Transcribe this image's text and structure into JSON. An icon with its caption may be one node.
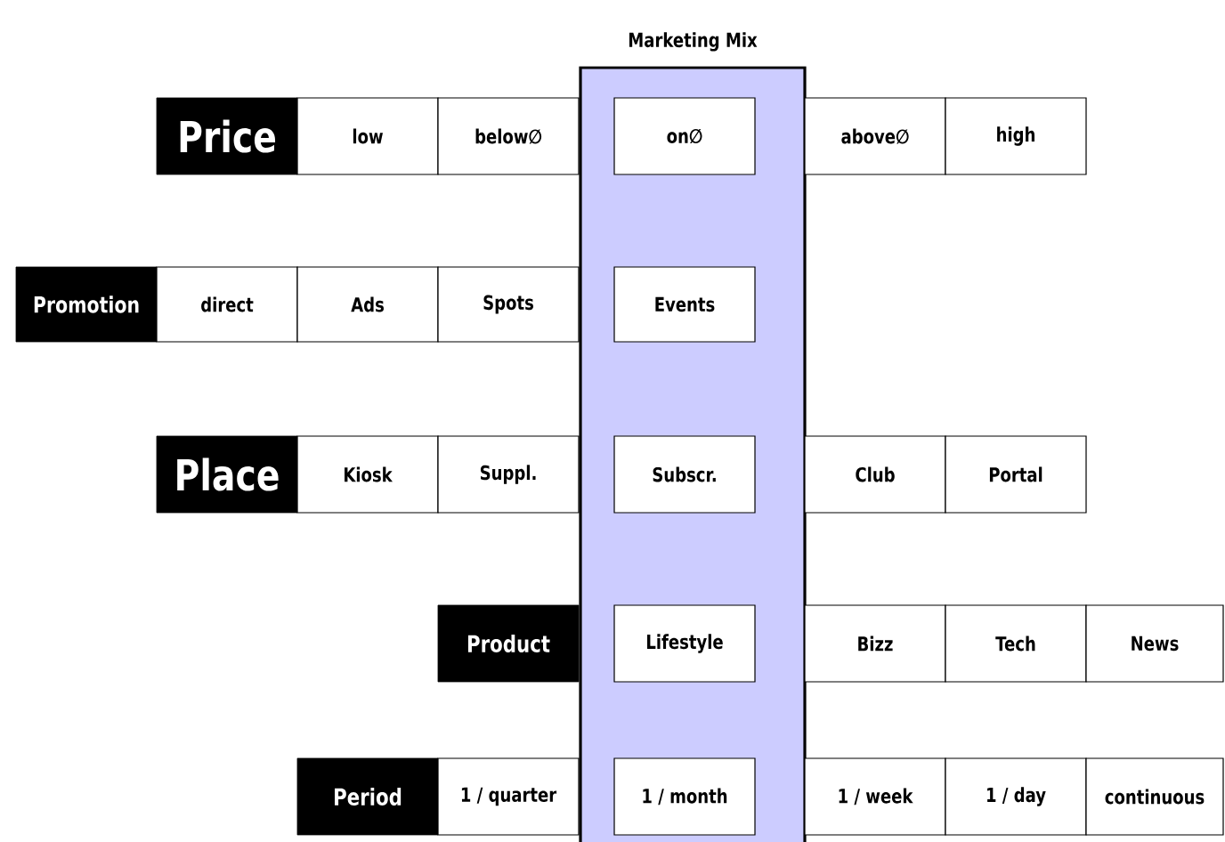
{
  "diagram": {
    "nodes": [
      {
        "text": [
          "Marketing Mix"
        ]
      },
      {
        "text": [
          "Price"
        ]
      },
      {
        "text": [
          "low"
        ]
      },
      {
        "text": [
          "below∅"
        ]
      },
      {
        "text": [
          "on∅"
        ],
        "in": 0
      },
      {
        "text": [
          "above∅"
        ]
      },
      {
        "text": [
          "high"
        ]
      },
      {
        "text": [
          "Promotion"
        ]
      },
      {
        "text": [
          "direct"
        ]
      },
      {
        "text": [
          "Ads"
        ]
      },
      {
        "text": [
          "Spots"
        ]
      },
      {
        "text": [
          "Events"
        ],
        "in": 0
      },
      {
        "text": [
          "Place"
        ]
      },
      {
        "text": [
          "Kiosk"
        ]
      },
      {
        "text": [
          "Suppl."
        ]
      },
      {
        "text": [
          "Subscr."
        ],
        "in": 0
      },
      {
        "text": [
          "Club"
        ]
      },
      {
        "text": [
          "Portal"
        ]
      },
      {
        "text": [
          "Product"
        ]
      },
      {
        "text": [
          "Lifestyle"
        ],
        "in": 0
      },
      {
        "text": [
          "Bizz"
        ]
      },
      {
        "text": [
          "Tech"
        ]
      },
      {
        "text": [
          "News"
        ]
      },
      {
        "text": [
          "Period"
        ]
      },
      {
        "text": [
          "1 / quarter"
        ]
      },
      {
        "text": [
          "1 / month"
        ],
        "in": 0
      },
      {
        "text": [
          "1 / week"
        ]
      },
      {
        "text": [
          "1 / day"
        ]
      },
      {
        "text": [
          "continuous"
        ]
      }
    ]
  }
}
